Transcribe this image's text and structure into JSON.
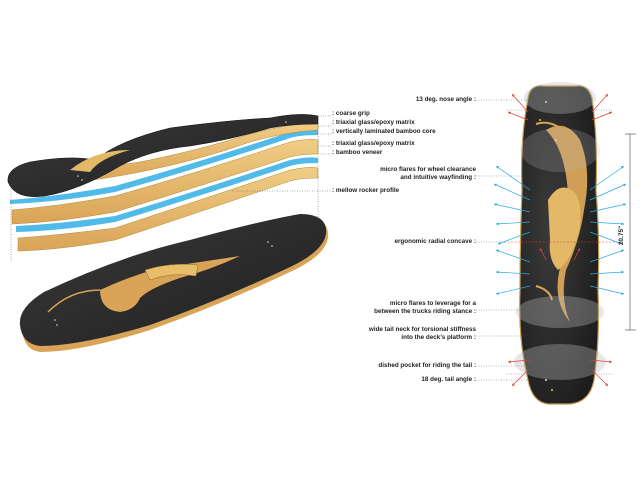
{
  "layer_labels": [
    ": coarse grip",
    ": triaxial glass/epoxy matrix",
    ": vertically laminated bamboo core",
    ": triaxial glass/epoxy matrix",
    ": bamboo veneer"
  ],
  "rocker_label": ": mellow rocker profile",
  "feature_labels": [
    "13 deg. nose angle :",
    "micro flares for wheel clearance",
    "and intuitive wayfinding :",
    "ergonomic radial concave :",
    "micro flares to leverage for a",
    "between the trucks riding stance :",
    "wide tail neck for torsional stiffness",
    "into the deck’s platform :",
    "dished pocket for riding the tail :",
    "18 deg. tail angle :"
  ],
  "length_dimension": "20.75\"",
  "colors": {
    "grip": "#2b2b2b",
    "bamboo": "#e3b867",
    "glass": "#3db3e6",
    "arrow_blue": "#2aa8e0",
    "arrow_red": "#e0403a"
  }
}
